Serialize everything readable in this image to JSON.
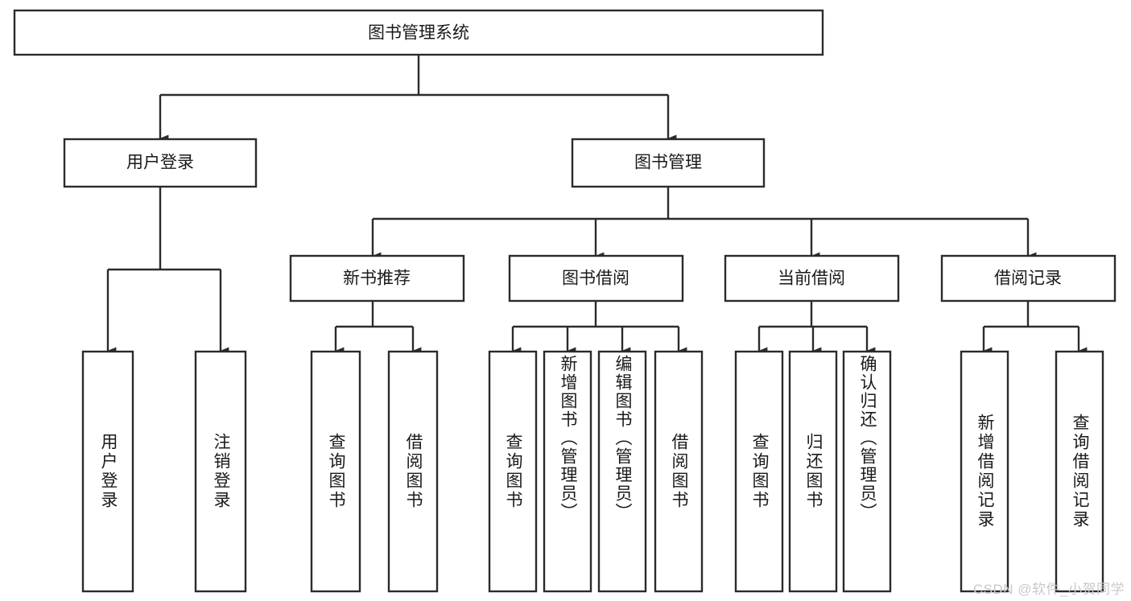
{
  "diagram": {
    "type": "tree-hierarchy",
    "title": "图书管理系统",
    "orientation": "top-down",
    "watermark": "CSDN @软件_小贺同学",
    "colors": {
      "stroke": "#2b2b2b",
      "fill": "#ffffff",
      "text": "#1a1a1a",
      "watermark": "#c9c9c9"
    },
    "root": {
      "label": "图书管理系统"
    },
    "level2": [
      {
        "label": "用户登录"
      },
      {
        "label": "图书管理"
      }
    ],
    "user_login_leaves": [
      {
        "label": "用户登录"
      },
      {
        "label": "注销登录"
      }
    ],
    "level3": [
      {
        "label": "新书推荐"
      },
      {
        "label": "图书借阅"
      },
      {
        "label": "当前借阅"
      },
      {
        "label": "借阅记录"
      }
    ],
    "new_book_leaves": [
      {
        "label": "查询图书"
      },
      {
        "label": "借阅图书"
      }
    ],
    "book_borrow_leaves": [
      {
        "label": "查询图书"
      },
      {
        "label": "新增图书（管理员）"
      },
      {
        "label": "编辑图书（管理员）"
      },
      {
        "label": "借阅图书"
      }
    ],
    "current_borrow_leaves": [
      {
        "label": "查询图书"
      },
      {
        "label": "归还图书"
      },
      {
        "label": "确认归还（管理员）"
      }
    ],
    "borrow_record_leaves": [
      {
        "label": "新增借阅记录"
      },
      {
        "label": "查询借阅记录"
      }
    ]
  }
}
